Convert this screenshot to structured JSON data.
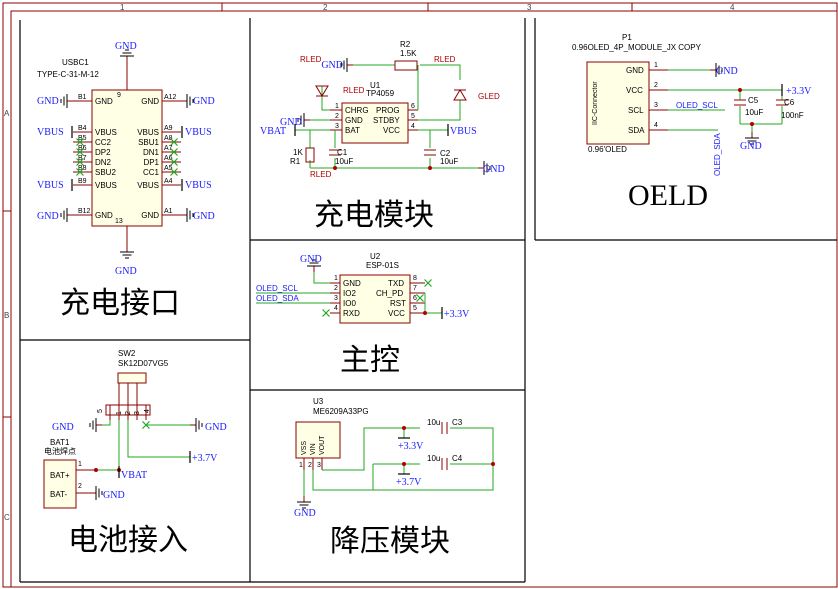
{
  "frame": {
    "columns": [
      "1",
      "2",
      "3",
      "4"
    ],
    "rows": [
      "A",
      "B",
      "C"
    ]
  },
  "sections": {
    "charge_port": "充电接口",
    "charge_module": "充电模块",
    "oled": "OELD",
    "main_control": "主控",
    "battery": "电池接入",
    "buck": "降压模块"
  },
  "nets": {
    "gnd": "GND",
    "vbus": "VBUS",
    "vbat": "VBAT",
    "v33": "+3.3V",
    "v37": "+3.7V",
    "oled_scl": "OLED_SCL",
    "oled_sda": "OLED_SDA",
    "rled": "RLED",
    "gled": "GLED"
  },
  "usbc1": {
    "ref": "USBC1",
    "part": "TYPE-C-31-M-12",
    "left_pins": [
      {
        "num": "B1",
        "name": "GND"
      },
      {
        "num": "B4",
        "name": "VBUS"
      },
      {
        "num": "B5",
        "name": "CC2"
      },
      {
        "num": "B6",
        "name": "DP2"
      },
      {
        "num": "B7",
        "name": "DN2"
      },
      {
        "num": "B8",
        "name": "SBU2"
      },
      {
        "num": "B9",
        "name": "VBUS"
      },
      {
        "num": "B12",
        "name": "GND"
      }
    ],
    "right_pins": [
      {
        "num": "A12",
        "name": "GND"
      },
      {
        "num": "A9",
        "name": "VBUS"
      },
      {
        "num": "A8",
        "name": "SBU1"
      },
      {
        "num": "A7",
        "name": "DN1"
      },
      {
        "num": "A6",
        "name": "DP1"
      },
      {
        "num": "A5",
        "name": "CC1"
      },
      {
        "num": "A4",
        "name": "VBUS"
      },
      {
        "num": "A1",
        "name": "GND"
      }
    ],
    "top_pin": "9",
    "bottom_pin": "13"
  },
  "u1": {
    "ref": "U1",
    "part": "TP4059",
    "pins_left": [
      {
        "num": "1",
        "name": "CHRG"
      },
      {
        "num": "2",
        "name": "GND"
      },
      {
        "num": "3",
        "name": "BAT"
      }
    ],
    "pins_right": [
      {
        "num": "6",
        "name": "PROG"
      },
      {
        "num": "5",
        "name": "STDBY"
      },
      {
        "num": "4",
        "name": "VCC"
      }
    ]
  },
  "r2": {
    "ref": "R2",
    "value": "1.5K"
  },
  "r1": {
    "ref": "R1",
    "value": "1K"
  },
  "c1": {
    "ref": "C1",
    "value": "10uF"
  },
  "c2": {
    "ref": "C2",
    "value": "10uF"
  },
  "u2": {
    "ref": "U2",
    "part": "ESP-01S",
    "pins_left": [
      {
        "num": "1",
        "name": "GND"
      },
      {
        "num": "2",
        "name": "IO2"
      },
      {
        "num": "3",
        "name": "IO0"
      },
      {
        "num": "4",
        "name": "RXD"
      }
    ],
    "pins_right": [
      {
        "num": "8",
        "name": "TXD"
      },
      {
        "num": "7",
        "name": "CH_PD"
      },
      {
        "num": "6",
        "name": "RST"
      },
      {
        "num": "5",
        "name": "VCC"
      }
    ]
  },
  "p1": {
    "ref": "P1",
    "part": "0.96OLED_4P_MODULE_JX COPY",
    "connector": "IIC-Connector",
    "footprint": "0.96'OLED",
    "pins": [
      {
        "num": "1",
        "name": "GND"
      },
      {
        "num": "2",
        "name": "VCC"
      },
      {
        "num": "3",
        "name": "SCL"
      },
      {
        "num": "4",
        "name": "SDA"
      }
    ],
    "sda_net": "OLED_SDA"
  },
  "c5": {
    "ref": "C5",
    "value": "10uF"
  },
  "c6": {
    "ref": "C6",
    "value": "100nF"
  },
  "sw2": {
    "ref": "SW2",
    "part": "SK12D07VG5",
    "pins": [
      "5",
      "1",
      "2",
      "3",
      "4"
    ]
  },
  "bat1": {
    "ref": "BAT1",
    "part": "电池焊点",
    "pins": [
      {
        "num": "1",
        "name": "BAT+"
      },
      {
        "num": "2",
        "name": "BAT-"
      }
    ]
  },
  "u3": {
    "ref": "U3",
    "part": "ME6209A33PG",
    "pins": [
      "VSS",
      "VIN",
      "VOUT"
    ],
    "pin_nums": [
      "1",
      "2",
      "3"
    ]
  },
  "c3": {
    "ref": "C3",
    "value": "10u"
  },
  "c4": {
    "ref": "C4",
    "value": "10u"
  }
}
